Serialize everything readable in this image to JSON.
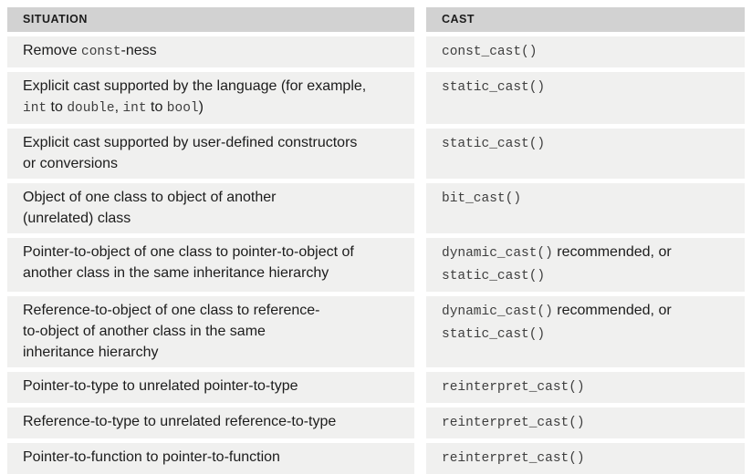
{
  "colors": {
    "header_bg": "#d2d2d2",
    "row_bg": "#f0f0ef",
    "text": "#1c1c1c",
    "code_text": "#3e3e3e"
  },
  "table": {
    "columns": [
      {
        "label": "SITUATION"
      },
      {
        "label": "CAST"
      }
    ],
    "rows": [
      {
        "situation": [
          {
            "t": "Remove ",
            "code": false
          },
          {
            "t": "const",
            "code": true
          },
          {
            "t": "-ness",
            "code": false
          }
        ],
        "cast": [
          {
            "t": "const_cast()",
            "code": true
          }
        ]
      },
      {
        "situation": [
          {
            "t": "Explicit cast supported by the language (for example,\n",
            "code": false
          },
          {
            "t": "int",
            "code": true
          },
          {
            "t": " to ",
            "code": false
          },
          {
            "t": "double",
            "code": true
          },
          {
            "t": ", ",
            "code": false
          },
          {
            "t": "int",
            "code": true
          },
          {
            "t": " to ",
            "code": false
          },
          {
            "t": "bool",
            "code": true
          },
          {
            "t": ")",
            "code": false
          }
        ],
        "cast": [
          {
            "t": "static_cast()",
            "code": true
          }
        ]
      },
      {
        "situation": [
          {
            "t": "Explicit cast supported by user-defined constructors\nor conversions",
            "code": false
          }
        ],
        "cast": [
          {
            "t": "static_cast()",
            "code": true
          }
        ]
      },
      {
        "situation": [
          {
            "t": "Object of one class to object of another\n(unrelated) class",
            "code": false
          }
        ],
        "cast": [
          {
            "t": "bit_cast()",
            "code": true
          }
        ]
      },
      {
        "situation": [
          {
            "t": "Pointer-to-object of one class to pointer-to-object of\nanother class in the same inheritance hierarchy",
            "code": false
          }
        ],
        "cast": [
          {
            "t": "dynamic_cast()",
            "code": true
          },
          {
            "t": " recommended, or\n",
            "code": false
          },
          {
            "t": "static_cast()",
            "code": true
          }
        ]
      },
      {
        "situation": [
          {
            "t": "Reference-to-object of one class to reference-\nto-object of another class in the same\ninheritance hierarchy",
            "code": false
          }
        ],
        "cast": [
          {
            "t": "dynamic_cast()",
            "code": true
          },
          {
            "t": " recommended, or\n",
            "code": false
          },
          {
            "t": "static_cast()",
            "code": true
          }
        ]
      },
      {
        "situation": [
          {
            "t": "Pointer-to-type to unrelated pointer-to-type",
            "code": false
          }
        ],
        "cast": [
          {
            "t": "reinterpret_cast()",
            "code": true
          }
        ]
      },
      {
        "situation": [
          {
            "t": "Reference-to-type to unrelated reference-to-type",
            "code": false
          }
        ],
        "cast": [
          {
            "t": "reinterpret_cast()",
            "code": true
          }
        ]
      },
      {
        "situation": [
          {
            "t": "Pointer-to-function to pointer-to-function",
            "code": false
          }
        ],
        "cast": [
          {
            "t": "reinterpret_cast()",
            "code": true
          }
        ]
      }
    ]
  }
}
